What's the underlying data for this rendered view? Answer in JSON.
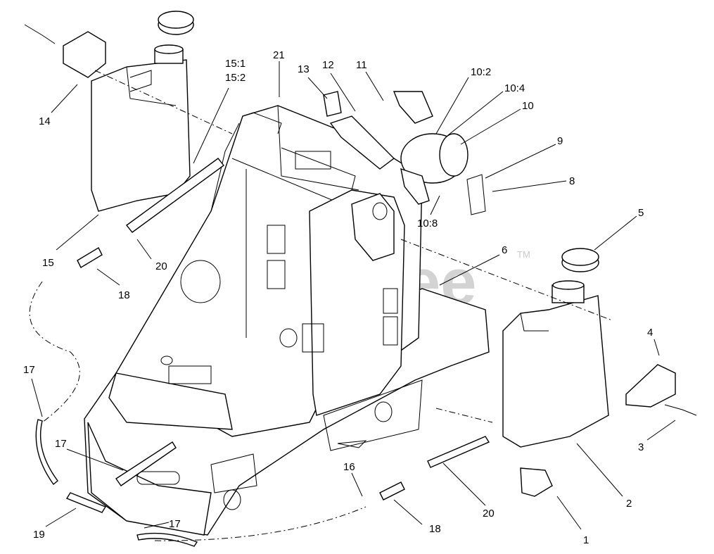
{
  "watermark": {
    "text": "PartsTree",
    "tm": "TM"
  },
  "labels": {
    "l1": "1",
    "l2": "2",
    "l3": "3",
    "l4": "4",
    "l5": "5",
    "l6": "6",
    "l8": "8",
    "l9": "9",
    "l10": "10",
    "l10_2": "10:2",
    "l10_4": "10:4",
    "l10_8": "10:8",
    "l11": "11",
    "l12": "12",
    "l13": "13",
    "l14": "14",
    "l15": "15",
    "l15_1": "15:1",
    "l15_2": "15:2",
    "l16": "16",
    "l17a": "17",
    "l17b": "17",
    "l17c": "17",
    "l18a": "18",
    "l18b": "18",
    "l19": "19",
    "l20a": "20",
    "l20b": "20",
    "l21": "21"
  }
}
